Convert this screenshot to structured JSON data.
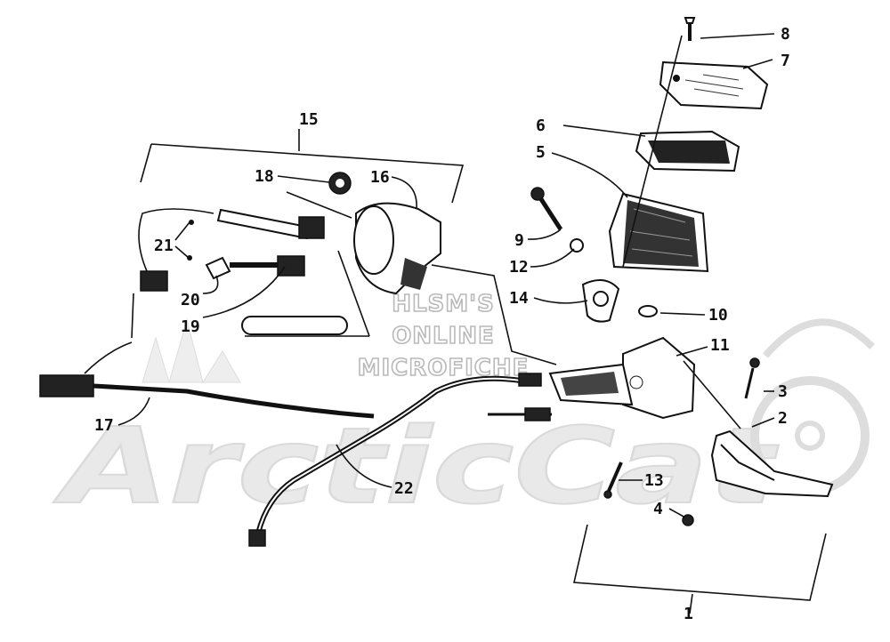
{
  "watermark": {
    "lines": [
      "HLSM'S",
      "ONLINE",
      "MICROFICHE"
    ],
    "brand": "ArcticCat"
  },
  "callouts": [
    "1",
    "2",
    "3",
    "4",
    "5",
    "6",
    "7",
    "8",
    "9",
    "10",
    "11",
    "12",
    "13",
    "14",
    "15",
    "16",
    "17",
    "18",
    "19",
    "20",
    "21",
    "22"
  ]
}
